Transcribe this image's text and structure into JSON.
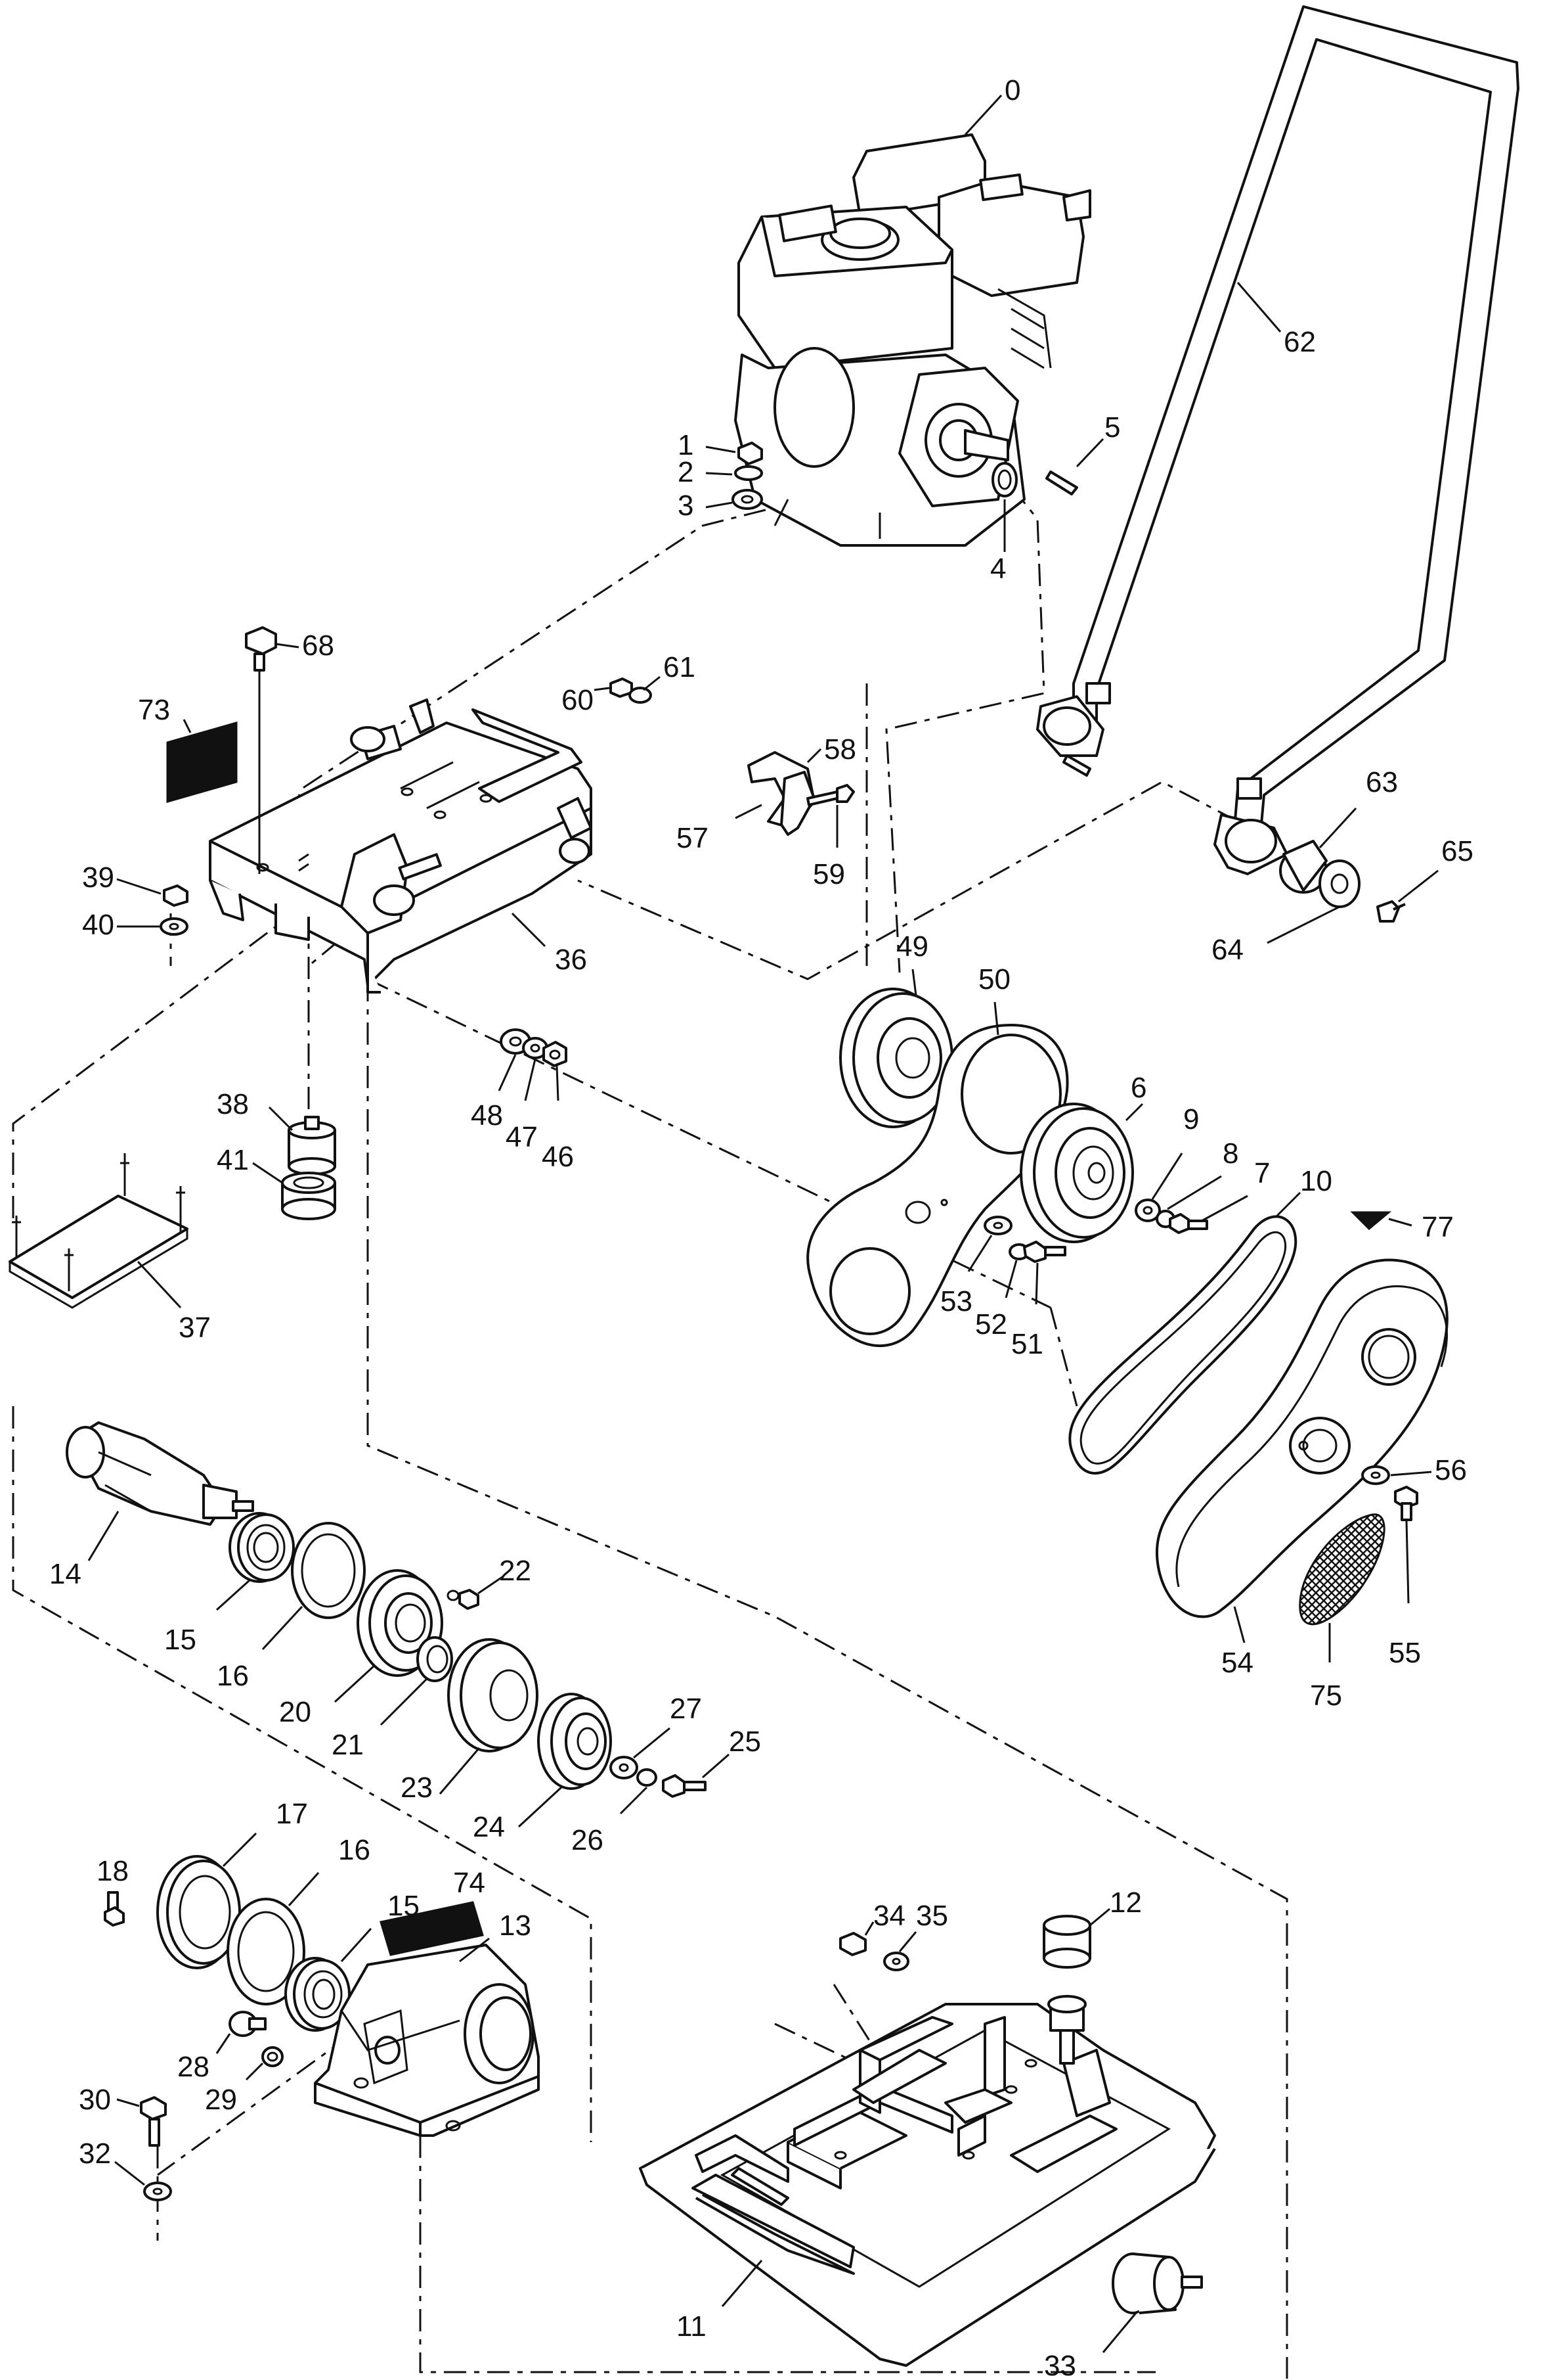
{
  "parts": [
    {
      "id": "p0",
      "number": "0",
      "name": "engine"
    },
    {
      "id": "p1",
      "number": "1",
      "name": "nut"
    },
    {
      "id": "p2",
      "number": "2",
      "name": "spring-washer"
    },
    {
      "id": "p3",
      "number": "3",
      "name": "flat-washer"
    },
    {
      "id": "p4",
      "number": "4",
      "name": "collar"
    },
    {
      "id": "p5",
      "number": "5",
      "name": "key"
    },
    {
      "id": "p6",
      "number": "6",
      "name": "clutch-pulley"
    },
    {
      "id": "p7",
      "number": "7",
      "name": "bolt"
    },
    {
      "id": "p8",
      "number": "8",
      "name": "spring-washer"
    },
    {
      "id": "p9",
      "number": "9",
      "name": "washer"
    },
    {
      "id": "p10",
      "number": "10",
      "name": "v-belt"
    },
    {
      "id": "p11",
      "number": "11",
      "name": "base-plate"
    },
    {
      "id": "p12",
      "number": "12",
      "name": "rubber-mount"
    },
    {
      "id": "p13",
      "number": "13",
      "name": "exciter-housing"
    },
    {
      "id": "p14",
      "number": "14",
      "name": "eccentric-shaft"
    },
    {
      "id": "p15a",
      "number": "15",
      "name": "bearing"
    },
    {
      "id": "p16a",
      "number": "16",
      "name": "gasket"
    },
    {
      "id": "p20",
      "number": "20",
      "name": "bearing-cover"
    },
    {
      "id": "p21",
      "number": "21",
      "name": "oil-seal"
    },
    {
      "id": "p22",
      "number": "22",
      "name": "bolt"
    },
    {
      "id": "p23",
      "number": "23",
      "name": "spacer"
    },
    {
      "id": "p24",
      "number": "24",
      "name": "exciter-pulley"
    },
    {
      "id": "p25",
      "number": "25",
      "name": "bolt"
    },
    {
      "id": "p26",
      "number": "26",
      "name": "spring-washer"
    },
    {
      "id": "p27",
      "number": "27",
      "name": "washer"
    },
    {
      "id": "p17",
      "number": "17",
      "name": "cover"
    },
    {
      "id": "p16b",
      "number": "16",
      "name": "gasket"
    },
    {
      "id": "p15b",
      "number": "15",
      "name": "bearing"
    },
    {
      "id": "p18",
      "number": "18",
      "name": "bolt"
    },
    {
      "id": "p74",
      "number": "74",
      "name": "label"
    },
    {
      "id": "p28",
      "number": "28",
      "name": "plug"
    },
    {
      "id": "p29",
      "number": "29",
      "name": "o-ring"
    },
    {
      "id": "p30",
      "number": "30",
      "name": "bolt"
    },
    {
      "id": "p32",
      "number": "32",
      "name": "washer"
    },
    {
      "id": "p33",
      "number": "33",
      "name": "rubber-mount"
    },
    {
      "id": "p34",
      "number": "34",
      "name": "nut"
    },
    {
      "id": "p35",
      "number": "35",
      "name": "washer"
    },
    {
      "id": "p36",
      "number": "36",
      "name": "engine-bed"
    },
    {
      "id": "p37",
      "number": "37",
      "name": "plate"
    },
    {
      "id": "p38",
      "number": "38",
      "name": "rubber-mount"
    },
    {
      "id": "p39",
      "number": "39",
      "name": "nut"
    },
    {
      "id": "p40",
      "number": "40",
      "name": "washer"
    },
    {
      "id": "p41",
      "number": "41",
      "name": "collar"
    },
    {
      "id": "p46",
      "number": "46",
      "name": "nut"
    },
    {
      "id": "p47",
      "number": "47",
      "name": "spring-washer"
    },
    {
      "id": "p48",
      "number": "48",
      "name": "washer"
    },
    {
      "id": "p49",
      "number": "49",
      "name": "pulley"
    },
    {
      "id": "p50",
      "number": "50",
      "name": "belt-cover-inner"
    },
    {
      "id": "p51",
      "number": "51",
      "name": "bolt"
    },
    {
      "id": "p52",
      "number": "52",
      "name": "spring-washer"
    },
    {
      "id": "p53",
      "number": "53",
      "name": "washer"
    },
    {
      "id": "p54",
      "number": "54",
      "name": "belt-cover"
    },
    {
      "id": "p55",
      "number": "55",
      "name": "bolt"
    },
    {
      "id": "p56",
      "number": "56",
      "name": "washer"
    },
    {
      "id": "p57",
      "number": "57",
      "name": "handle-holder"
    },
    {
      "id": "p58",
      "number": "58",
      "name": "plate"
    },
    {
      "id": "p59",
      "number": "59",
      "name": "bolt"
    },
    {
      "id": "p60",
      "number": "60",
      "name": "nut"
    },
    {
      "id": "p61",
      "number": "61",
      "name": "washer"
    },
    {
      "id": "p62",
      "number": "62",
      "name": "handle"
    },
    {
      "id": "p63",
      "number": "63",
      "name": "rubber-bush"
    },
    {
      "id": "p64",
      "number": "64",
      "name": "washer"
    },
    {
      "id": "p65",
      "number": "65",
      "name": "bolt"
    },
    {
      "id": "p68",
      "number": "68",
      "name": "bolt"
    },
    {
      "id": "p73",
      "number": "73",
      "name": "label"
    },
    {
      "id": "p75",
      "number": "75",
      "name": "mesh-screen"
    },
    {
      "id": "p77",
      "number": "77",
      "name": "label"
    }
  ]
}
